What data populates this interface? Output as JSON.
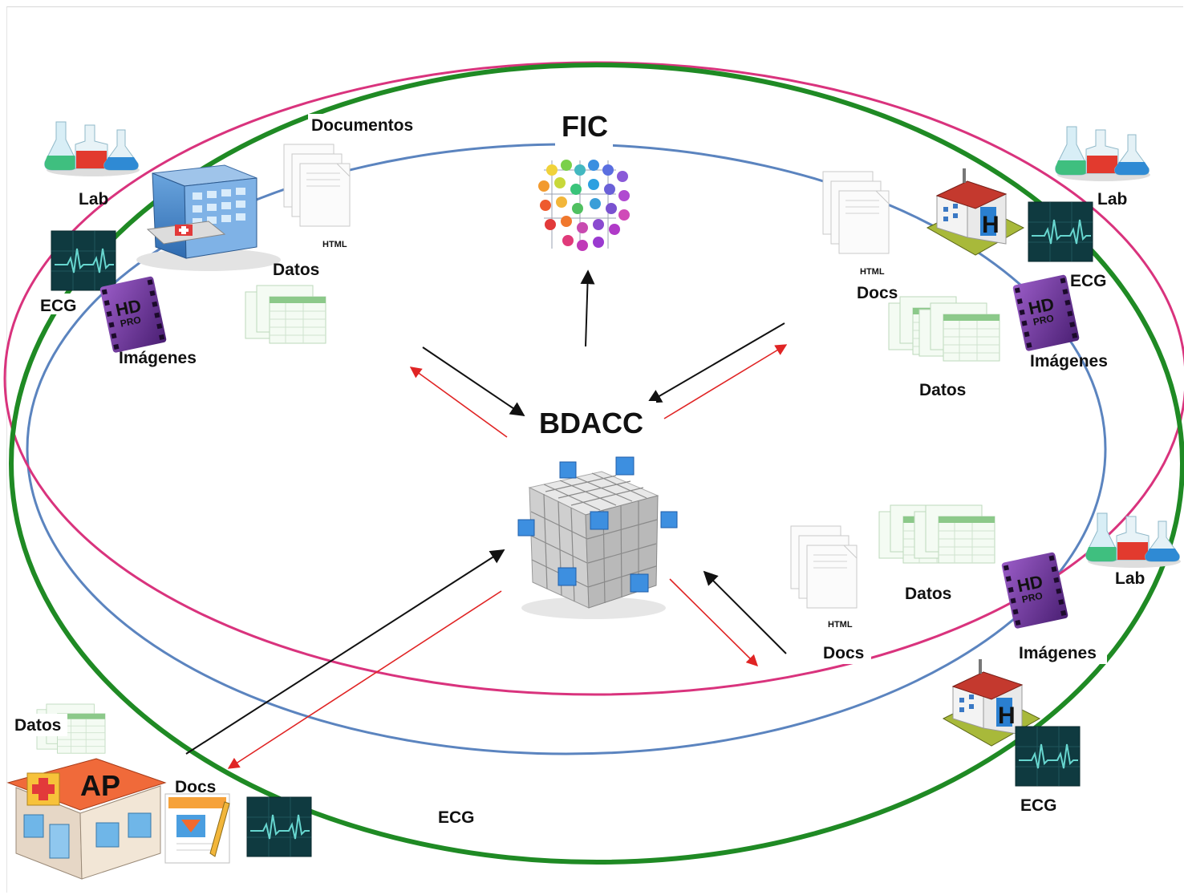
{
  "center": {
    "hub": "BDACC",
    "top": "FIC"
  },
  "labels": {
    "documentos": "Documentos",
    "datos": "Datos",
    "docs": "Docs",
    "lab": "Lab",
    "ecg": "ECG",
    "imagenes": "Imágenes",
    "ap": "AP",
    "html": "HTML",
    "hd": "HD",
    "pro": "PRO"
  },
  "colors": {
    "ring_green": "#1f8a24",
    "ring_pink": "#d9337d",
    "ring_blue": "#5b84bf",
    "arrow_black": "#111111",
    "arrow_red": "#e02424",
    "cube_blue": "#3d8fe0",
    "ecg_bg": "#0f3a40",
    "ecg_line": "#67d6cf"
  }
}
